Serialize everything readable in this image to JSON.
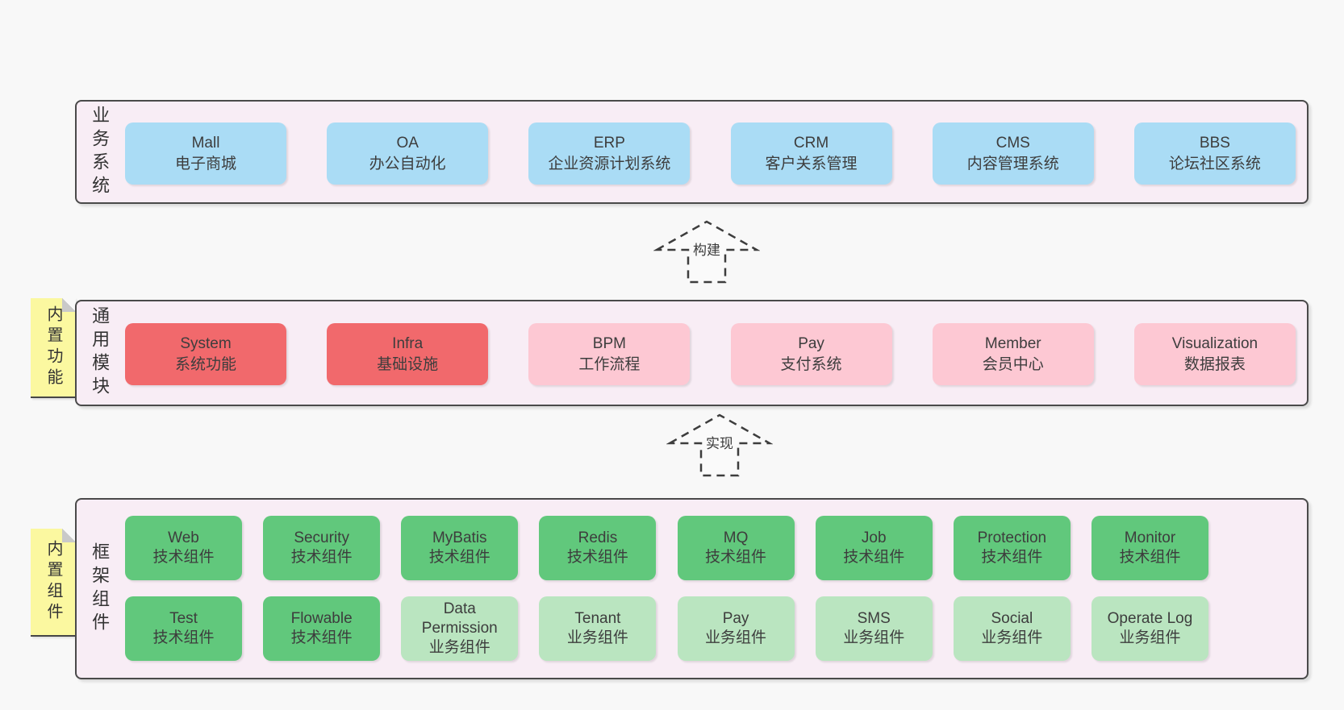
{
  "diagram": {
    "layers": [
      {
        "label": "业务系统",
        "boxes": [
          {
            "name": "Mall",
            "desc": "电子商城"
          },
          {
            "name": "OA",
            "desc": "办公自动化"
          },
          {
            "name": "ERP",
            "desc": "企业资源计划系统"
          },
          {
            "name": "CRM",
            "desc": "客户关系管理"
          },
          {
            "name": "CMS",
            "desc": "内容管理系统"
          },
          {
            "name": "BBS",
            "desc": "论坛社区系统"
          }
        ]
      },
      {
        "label": "通用模块",
        "note": "内置功能",
        "boxes": [
          {
            "name": "System",
            "desc": "系统功能"
          },
          {
            "name": "Infra",
            "desc": "基础设施"
          },
          {
            "name": "BPM",
            "desc": "工作流程"
          },
          {
            "name": "Pay",
            "desc": "支付系统"
          },
          {
            "name": "Member",
            "desc": "会员中心"
          },
          {
            "name": "Visualization",
            "desc": "数据报表"
          }
        ]
      },
      {
        "label": "框架组件",
        "note": "内置组件",
        "row1": [
          {
            "name": "Web",
            "desc": "技术组件"
          },
          {
            "name": "Security",
            "desc": "技术组件"
          },
          {
            "name": "MyBatis",
            "desc": "技术组件"
          },
          {
            "name": "Redis",
            "desc": "技术组件"
          },
          {
            "name": "MQ",
            "desc": "技术组件"
          },
          {
            "name": "Job",
            "desc": "技术组件"
          },
          {
            "name": "Protection",
            "desc": "技术组件"
          },
          {
            "name": "Monitor",
            "desc": "技术组件"
          }
        ],
        "row2": [
          {
            "name": "Test",
            "desc": "技术组件"
          },
          {
            "name": "Flowable",
            "desc": "技术组件"
          },
          {
            "name": "Data Permission",
            "desc": "业务组件"
          },
          {
            "name": "Tenant",
            "desc": "业务组件"
          },
          {
            "name": "Pay",
            "desc": "业务组件"
          },
          {
            "name": "SMS",
            "desc": "业务组件"
          },
          {
            "name": "Social",
            "desc": "业务组件"
          },
          {
            "name": "Operate Log",
            "desc": "业务组件"
          }
        ]
      }
    ],
    "arrows": [
      {
        "label": "构建"
      },
      {
        "label": "实现"
      }
    ],
    "colors": {
      "page_bg": "#f8f8f8",
      "container_bg": "#f8edf5",
      "container_border": "#4a4a4a",
      "blue": "#aadcf5",
      "red": "#f1696c",
      "pink": "#fdc8d3",
      "green": "#61c87c",
      "green_light": "#bae5c0",
      "note_yellow": "#fbf8a0",
      "note_fold": "#c9c9c9"
    }
  }
}
